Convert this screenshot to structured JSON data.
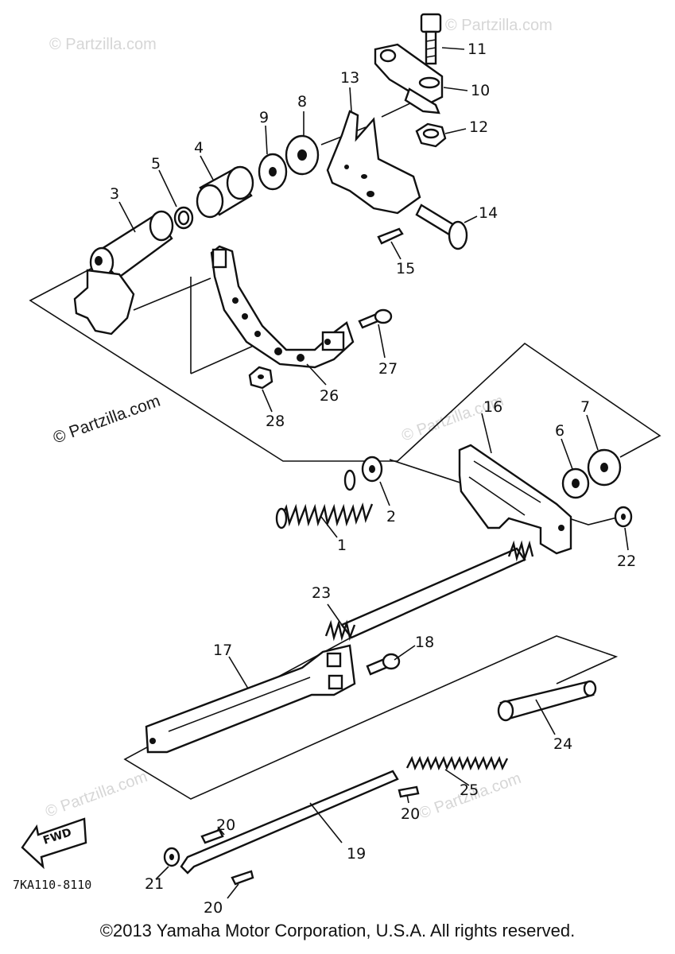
{
  "diagram_code": "7KA110-8110",
  "fwd_label": "FWD",
  "copyright": "©2013  Yamaha Motor Corporation, U.S.A. All rights reserved.",
  "watermarks": {
    "light": "© Partzilla.com",
    "dark": "© Partzilla.com"
  },
  "callouts": {
    "c1": "1",
    "c2": "2",
    "c3": "3",
    "c4": "4",
    "c5": "5",
    "c6": "6",
    "c7": "7",
    "c8": "8",
    "c9": "9",
    "c10": "10",
    "c11": "11",
    "c12": "12",
    "c13": "13",
    "c14": "14",
    "c15": "15",
    "c16": "16",
    "c17": "17",
    "c18": "18",
    "c19": "19",
    "c20a": "20",
    "c20b": "20",
    "c20c": "20",
    "c21": "21",
    "c22": "22",
    "c23": "23",
    "c24": "24",
    "c25": "25",
    "c26": "26",
    "c27": "27",
    "c28": "28"
  }
}
